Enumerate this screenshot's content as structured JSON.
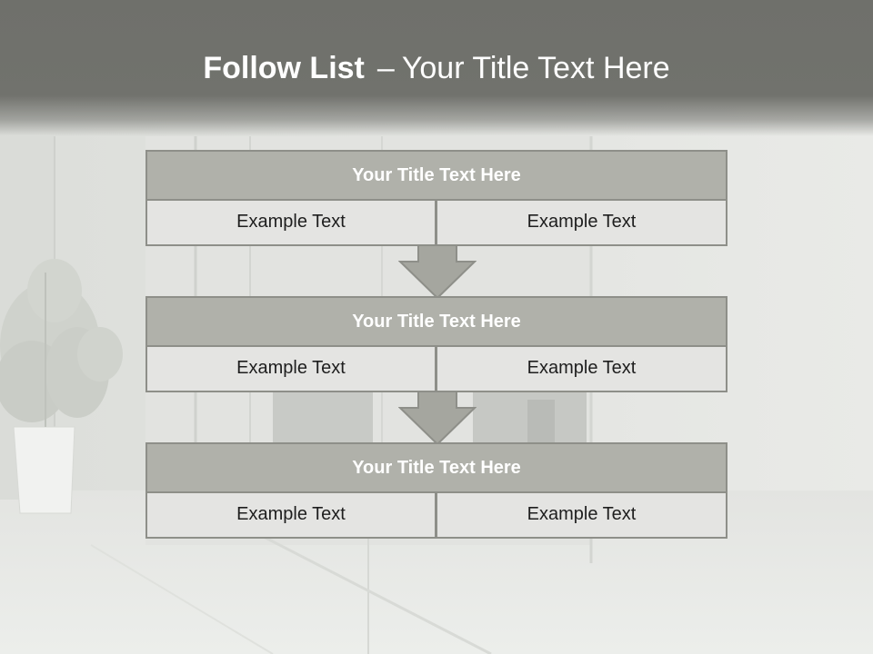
{
  "slide": {
    "title_bold": "Follow List",
    "title_separator": "–",
    "title_rest": "Your Title Text Here"
  },
  "blocks": [
    {
      "header": "Your Title Text Here",
      "cells": [
        "Example Text",
        "Example Text"
      ]
    },
    {
      "header": "Your Title Text Here",
      "cells": [
        "Example Text",
        "Example Text"
      ]
    },
    {
      "header": "Your Title Text Here",
      "cells": [
        "Example Text",
        "Example Text"
      ]
    }
  ],
  "colors": {
    "title_band": "#71726d",
    "header_fill": "#b0b1aa",
    "cell_fill": "#e4e4e2",
    "border": "#8e8f89",
    "arrow_fill": "#a5a69f"
  }
}
